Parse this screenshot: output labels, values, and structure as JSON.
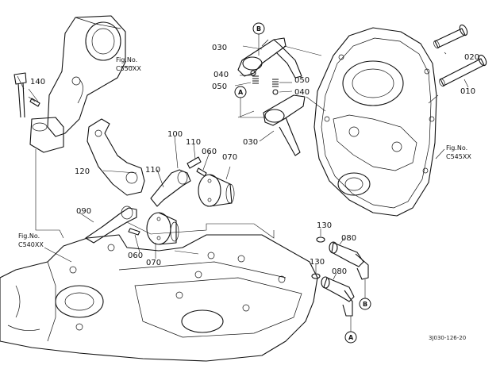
{
  "callouts": {
    "c010": "010",
    "c020": "020",
    "c030a": "030",
    "c030b": "030",
    "c040a": "040",
    "c040b": "040",
    "c050a": "050",
    "c050b": "050",
    "c060a": "060",
    "c060b": "060",
    "c070a": "070",
    "c070b": "070",
    "c080a": "080",
    "c080b": "080",
    "c090": "090",
    "c100": "100",
    "c110a": "110",
    "c110b": "110",
    "c120": "120",
    "c130a": "130",
    "c130b": "130",
    "c140": "140"
  },
  "fig_refs": {
    "c550_label": "Fig.No.",
    "c550_code": "C550XX",
    "c545_label": "Fig.No.",
    "c545_code": "C545XX",
    "c540_label": "Fig.No.",
    "c540_code": "C540XX"
  },
  "markers": {
    "a": "A",
    "b": "B"
  },
  "drawing_code": "3J030-126-20"
}
